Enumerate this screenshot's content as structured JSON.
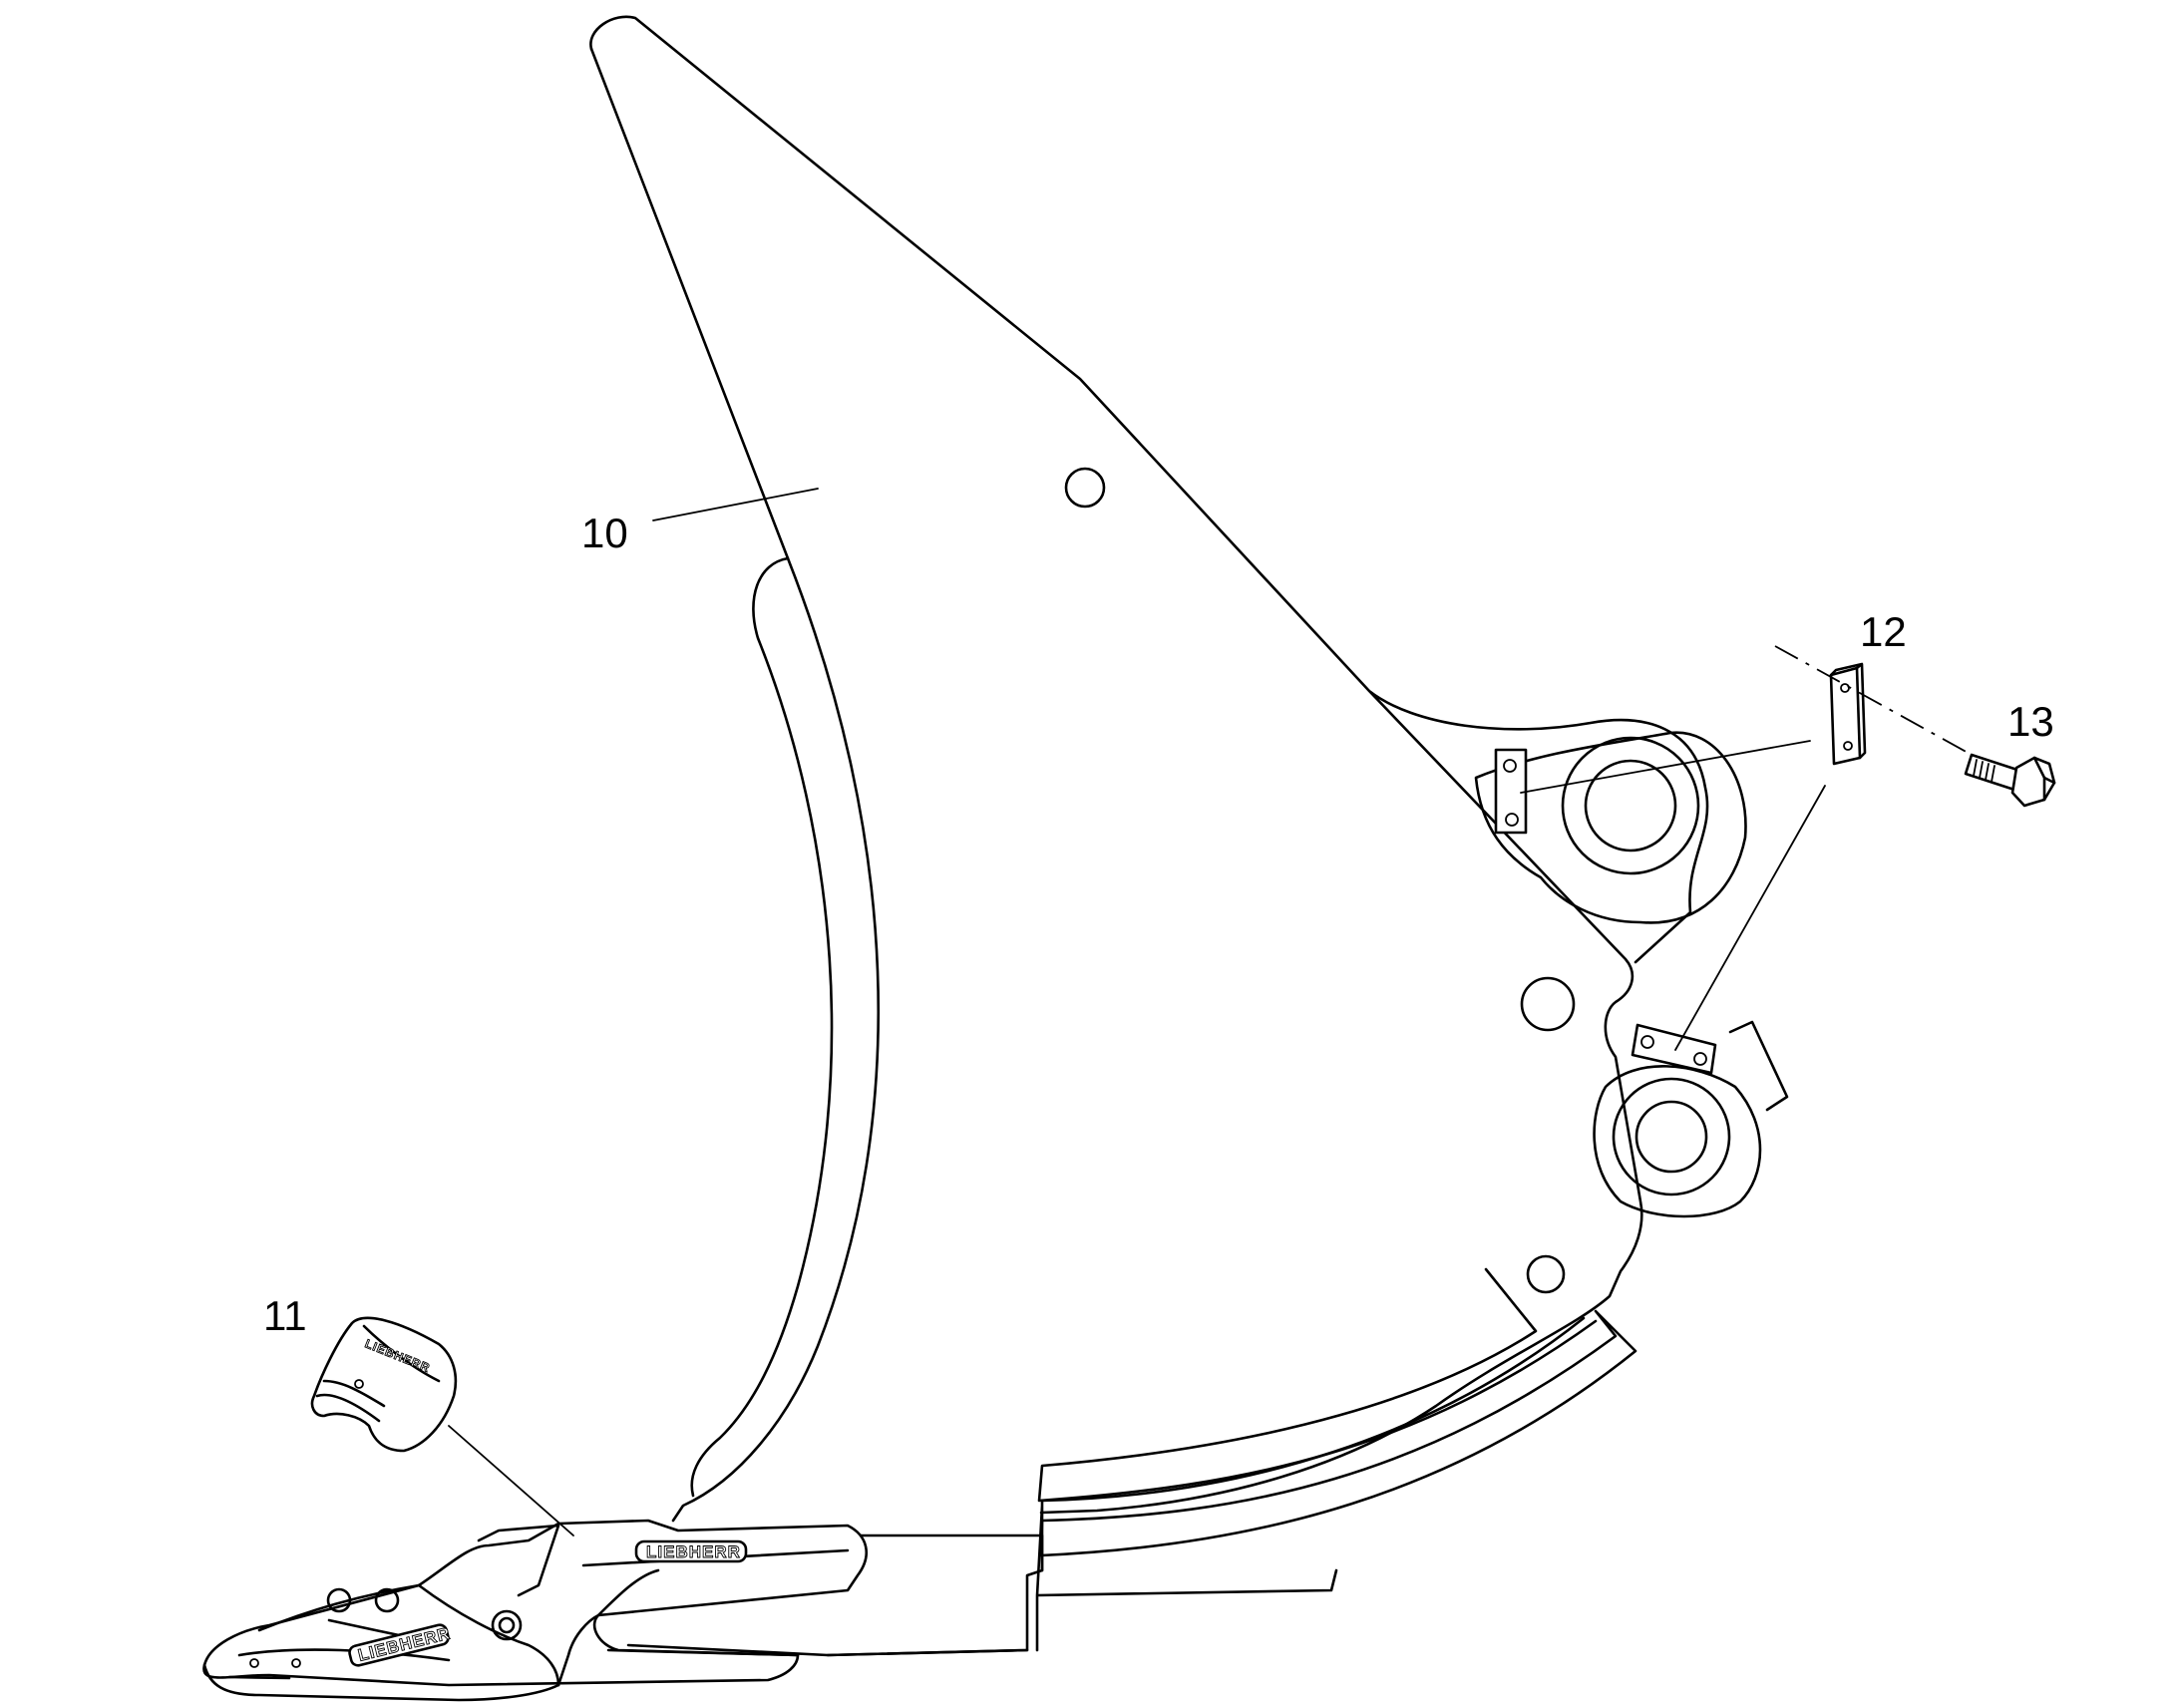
{
  "diagram": {
    "parts": [
      {
        "id": "ripper-shank",
        "label": "10"
      },
      {
        "id": "protection-cap",
        "label": "11"
      },
      {
        "id": "locking-plate",
        "label": "12"
      },
      {
        "id": "hex-bolt",
        "label": "13"
      }
    ],
    "brand_marks": [
      "LIEBHERR",
      "LIEBHERR",
      "LIEBHERR"
    ],
    "colors": {
      "line": "#000000",
      "background": "#ffffff"
    }
  }
}
